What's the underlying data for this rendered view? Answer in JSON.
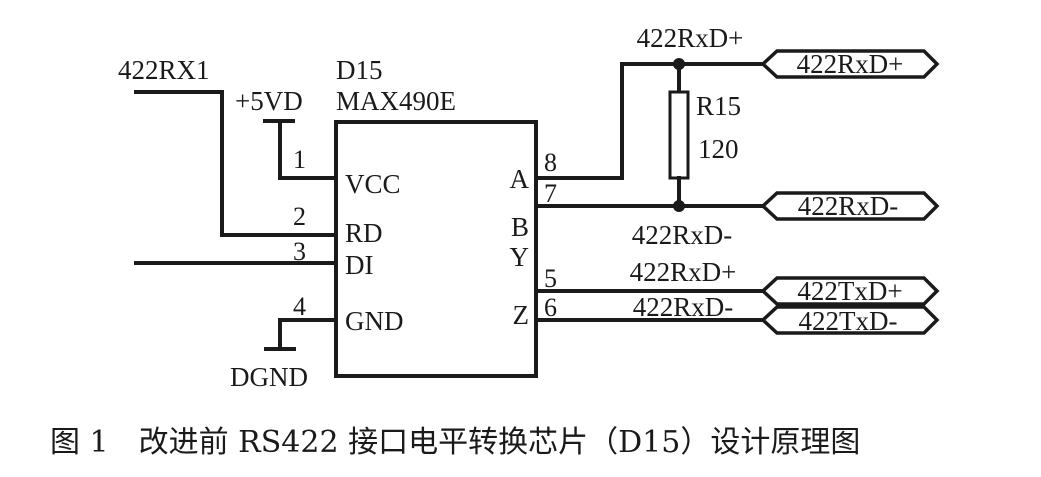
{
  "diagram": {
    "type": "circuit-schematic",
    "chip": {
      "designator": "D15",
      "part": "MAX490E",
      "left_pins": [
        {
          "number": "1",
          "name": "VCC"
        },
        {
          "number": "2",
          "name": "RD"
        },
        {
          "number": "3",
          "name": "DI"
        },
        {
          "number": "4",
          "name": "GND"
        }
      ],
      "right_pins": [
        {
          "number": "8",
          "name": "A"
        },
        {
          "number": "7",
          "name": "B"
        },
        {
          "number": "5",
          "name": "Y"
        },
        {
          "number": "6",
          "name": "Z"
        }
      ]
    },
    "nets": {
      "rx_input": "422RX1",
      "power": "+5VD",
      "ground": "DGND",
      "a_net": "422RxD+",
      "b_net": "422RxD-",
      "y_net": "422RxD+",
      "z_net": "422RxD-"
    },
    "resistor": {
      "designator": "R15",
      "value": "120"
    },
    "ports": [
      {
        "label": "422RxD+"
      },
      {
        "label": "422RxD-"
      },
      {
        "label": "422TxD+"
      },
      {
        "label": "422TxD-"
      }
    ],
    "caption": "图 1　改进前 RS422 接口电平转换芯片（D15）设计原理图"
  }
}
